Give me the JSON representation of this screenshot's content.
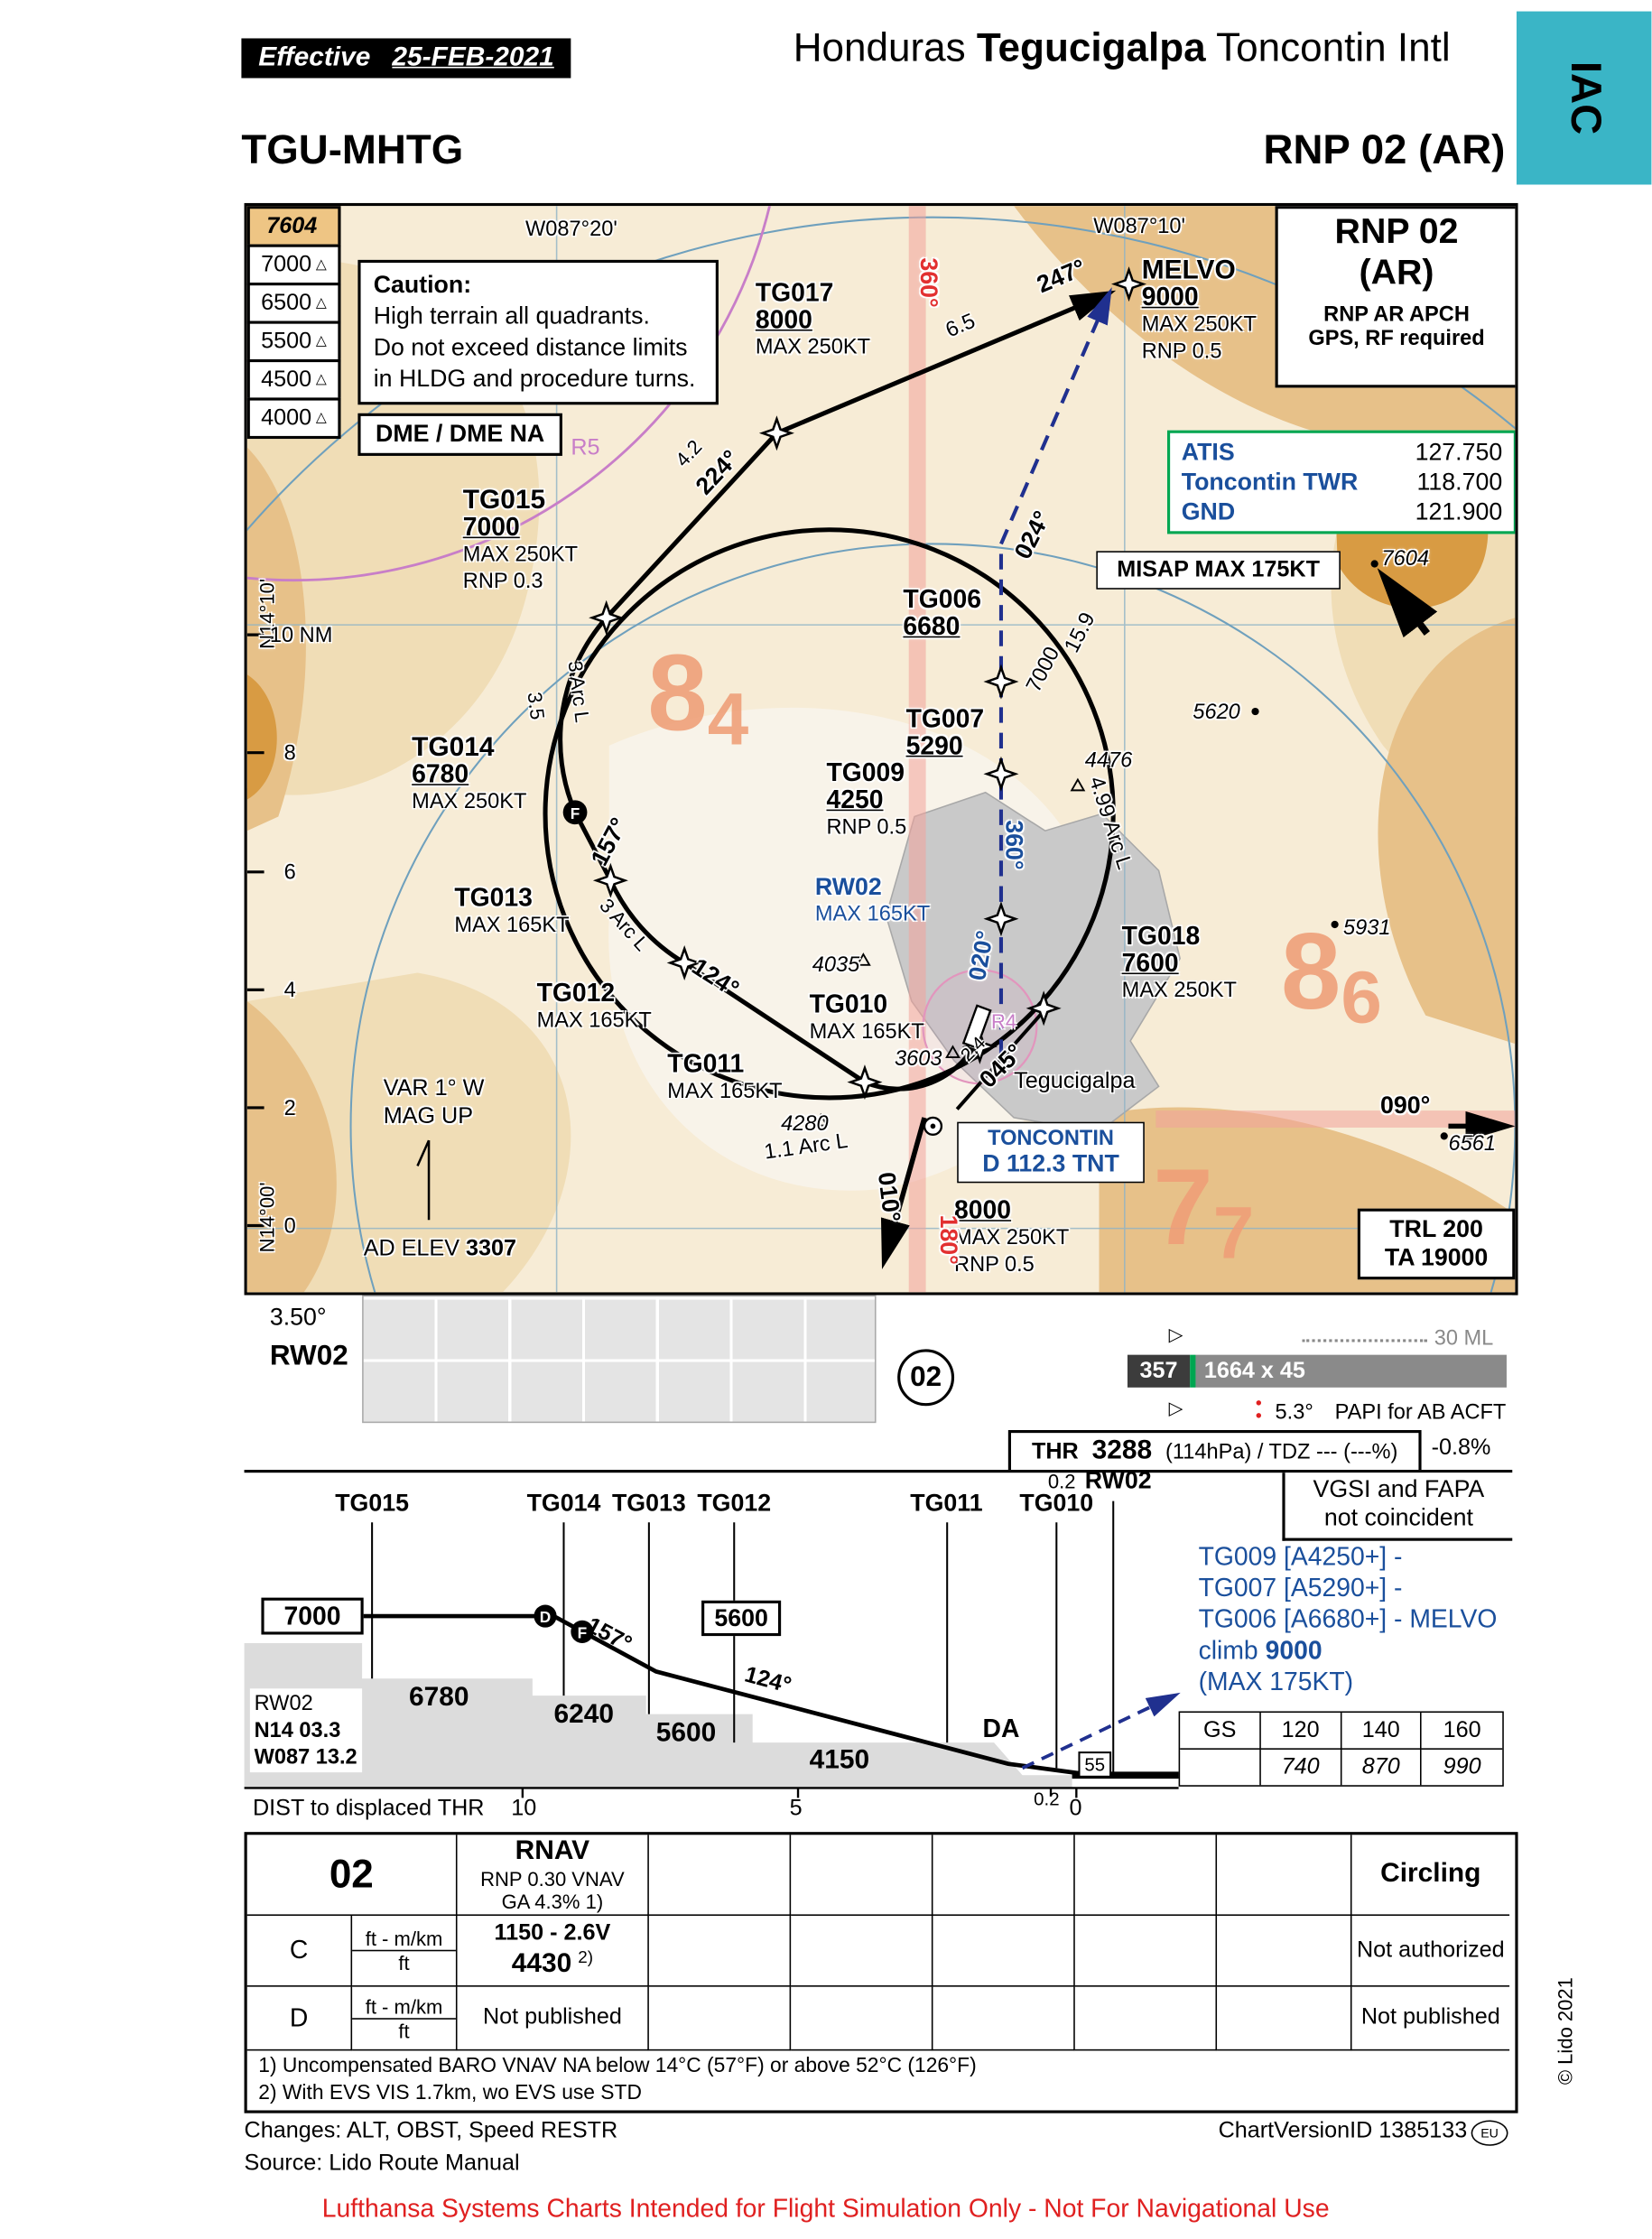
{
  "icons": {
    "displaced_threshold": "▷",
    "papi_dot": "●",
    "obstacle": "△",
    "eu_badge": "EU"
  },
  "header": {
    "effective_label": "Effective",
    "effective_date": "25-FEB-2021",
    "title_country": "Honduras",
    "title_city": "Tegucigalpa",
    "title_airport": "Toncontin Intl",
    "side_tab": "IAC",
    "chart_id": "TGU-MHTG",
    "procedure_title": "RNP 02 (AR)"
  },
  "map": {
    "elevation_boxes": [
      {
        "value": "7604",
        "symbol": ""
      },
      {
        "value": "7000",
        "symbol": "△"
      },
      {
        "value": "6500",
        "symbol": "△"
      },
      {
        "value": "5500",
        "symbol": "△"
      },
      {
        "value": "4500",
        "symbol": "△"
      },
      {
        "value": "4000",
        "symbol": "△"
      }
    ],
    "caution": {
      "title": "Caution:",
      "line1": "High terrain all quadrants.",
      "line2": "Do not exceed distance limits",
      "line3": "in HLDG and procedure turns."
    },
    "dme_note": "DME / DME NA",
    "rnp_box": {
      "title1": "RNP 02",
      "title2": "(AR)",
      "sub1": "RNP AR APCH",
      "sub2": "GPS, RF required"
    },
    "comm": {
      "rows": [
        {
          "name": "ATIS",
          "freq": "127.750"
        },
        {
          "name": "Toncontin TWR",
          "freq": "118.700"
        },
        {
          "name": "GND",
          "freq": "121.900"
        }
      ]
    },
    "misap_note": "MISAP MAX 175KT",
    "graticule": {
      "lon_left": "W087°20'",
      "lon_right": "W087°10'",
      "lat_top": "N14°10'",
      "lat_bottom": "N14°00'"
    },
    "scale_labels": [
      "10 NM",
      "8",
      "6",
      "4",
      "2",
      "0"
    ],
    "waypoints": {
      "tg017": {
        "name": "TG017",
        "alt": "8000",
        "speed": "MAX 250KT"
      },
      "melvo": {
        "name": "MELVO",
        "alt": "9000",
        "speed": "MAX 250KT",
        "rnp": "RNP 0.5"
      },
      "tg015": {
        "name": "TG015",
        "alt": "7000",
        "speed": "MAX 250KT",
        "rnp": "RNP 0.3"
      },
      "tg006": {
        "name": "TG006",
        "alt": "6680"
      },
      "tg007": {
        "name": "TG007",
        "alt": "5290"
      },
      "tg009": {
        "name": "TG009",
        "alt": "4250",
        "rnp": "RNP 0.5"
      },
      "tg014": {
        "name": "TG014",
        "alt": "6780",
        "speed": "MAX 250KT"
      },
      "tg013": {
        "name": "TG013",
        "speed": "MAX 165KT"
      },
      "tg012": {
        "name": "TG012",
        "speed": "MAX 165KT"
      },
      "tg011": {
        "name": "TG011",
        "speed": "MAX 165KT"
      },
      "tg010": {
        "name": "TG010",
        "speed": "MAX 165KT"
      },
      "tg018": {
        "name": "TG018",
        "alt": "7600",
        "speed": "MAX 250KT"
      },
      "rw02": {
        "name": "RW02",
        "speed": "MAX 165KT"
      },
      "missed8000": {
        "alt": "8000",
        "speed": "MAX 250KT",
        "rnp": "RNP 0.5"
      }
    },
    "courses": {
      "c247": "247°",
      "d65": "6.5",
      "c224": "224°",
      "d42": "4.2",
      "r360top": "360°",
      "c024": "024°",
      "d159": "15.9",
      "a7000": "7000",
      "c157": "157°",
      "d35": "3.5",
      "arc3a": "3 Arc L",
      "arc3b": "3 Arc L",
      "c124": "124°",
      "arc499": "4.99 Arc L",
      "c360mid": "360°",
      "c020": "020°",
      "c045": "045°",
      "d24": "2.4",
      "c010": "010°",
      "r180": "180°",
      "c090": "090°",
      "arc11": "1.1 Arc L"
    },
    "spot_elevs": {
      "e7604": "7604",
      "e5620": "5620",
      "e4476": "4476",
      "e5931": "5931",
      "e6561": "6561",
      "e4035": "4035",
      "e3603": "3603",
      "e4280": "4280"
    },
    "mora": [
      {
        "big": "8",
        "small": "4"
      },
      {
        "big": "8",
        "small": "6"
      },
      {
        "big": "7",
        "small": "7"
      }
    ],
    "restricted": {
      "r5": "R5",
      "r4": "R4"
    },
    "city_label": "Tegucigalpa",
    "navaid": {
      "name": "TONCONTIN",
      "ident": "D 112.3 TNT"
    },
    "variation": {
      "line1": "VAR 1° W",
      "line2": "MAG UP"
    },
    "ad_elev": {
      "label": "AD ELEV",
      "value": "3307"
    },
    "trl_box": {
      "line1": "TRL 200",
      "line2": "TA 19000"
    },
    "fix_f": "F"
  },
  "runway_strip": {
    "slope": "3.50°",
    "rw_label": "RW02",
    "circle_label": "02",
    "elevation": "357",
    "dimensions": "1664 x 45",
    "lighting": "30 ML",
    "papi_angle": "5.3°",
    "papi_note": "PAPI for AB ACFT",
    "thr_label": "THR",
    "thr_value": "3288",
    "thr_rest": "(114hPa) / TDZ --- (---%)",
    "slope2": "-0.8%"
  },
  "profile": {
    "vgsi_note1": "VGSI and FAPA",
    "vgsi_note2": "not coincident",
    "fixes": [
      "TG015",
      "TG014",
      "TG013",
      "TG012",
      "TG011",
      "TG010"
    ],
    "rw_dist": "0.2",
    "rw_label": "RW02",
    "alt_box_7000": "7000",
    "alt_box_5600": "5600",
    "crs1": "157°",
    "crs2": "124°",
    "d_marker": "D",
    "f_marker": "F",
    "terrain_alts": [
      "6780",
      "6240",
      "5600",
      "4150"
    ],
    "da_label": "DA",
    "tch": "55",
    "rw_info": {
      "name": "RW02",
      "lat": "N14 03.3",
      "lon": "W087 13.2"
    },
    "missed_text": {
      "line1": "TG009 [A4250+] -",
      "line2": "TG007 [A5290+] -",
      "line3": "TG006 [A6680+] - MELVO",
      "climb_label": "climb",
      "climb_alt": "9000",
      "line5": "(MAX 175KT)"
    },
    "gs_table": {
      "header": [
        "GS",
        "120",
        "140",
        "160"
      ],
      "times": [
        "740",
        "870",
        "990"
      ]
    },
    "axis": {
      "label": "DIST to displaced THR",
      "t10": "10",
      "t5": "5",
      "t02": "0.2",
      "t0": "0"
    }
  },
  "minimums": {
    "rwy": "02",
    "nav_type": "RNAV",
    "nav_sub1": "RNP 0.30 VNAV",
    "nav_sub2": "GA 4.3% 1)",
    "circling": "Circling",
    "cat_c": "C",
    "cat_d": "D",
    "unit_top": "ft - m/km",
    "unit_bottom": "ft",
    "c_value1": "1150 - 2.6V",
    "c_value2": "4430",
    "c_value2_note": "2)",
    "c_circling": "Not authorized",
    "d_value": "Not published",
    "d_circling": "Not published",
    "footnote1": "1) Uncompensated BARO VNAV NA below 14°C (57°F) or above 52°C (126°F)",
    "footnote2": "2) With EVS VIS 1.7km, wo EVS use STD"
  },
  "footer": {
    "changes": "Changes: ALT, OBST, Speed RESTR",
    "source": "Source: Lido Route Manual",
    "version": "ChartVersionID 1385133",
    "copyright": "© Lido 2021",
    "disclaimer": "Lufthansa Systems Charts Intended for Flight Simulation Only - Not For Navigational Use"
  }
}
